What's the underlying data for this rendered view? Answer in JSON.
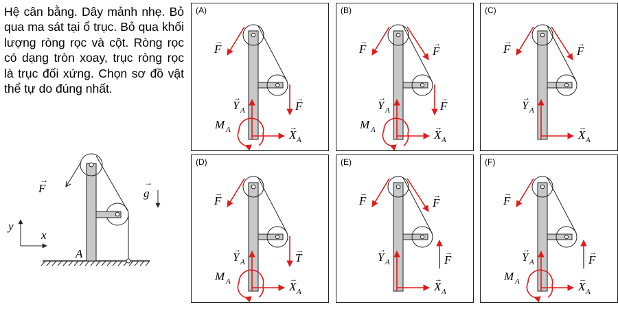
{
  "question": "Hệ cân bằng. Dây mảnh nhẹ. Bỏ qua ma sát tại ổ trục. Bỏ qua khối lượng ròng rọc và cột. Ròng rọc có dạng tròn xoay, trục ròng rọc là trục đối xứng. Chọn sơ đồ vật thể tự do đúng nhất.",
  "setup": {
    "force_symbol": "F",
    "gravity_symbol": "g",
    "axis_x": "x",
    "axis_y": "y",
    "point_label": "A"
  },
  "panels": [
    {
      "label": "(A)",
      "symbol_top_left": "F",
      "has_top_right_force": false,
      "lower_force_symbol": "F",
      "lower_force_dir": "down",
      "has_moment": true
    },
    {
      "label": "(B)",
      "symbol_top_left": "F",
      "has_top_right_force": true,
      "top_right_symbol": "F",
      "lower_force_symbol": "F",
      "lower_force_dir": "down",
      "has_moment": true
    },
    {
      "label": "(C)",
      "symbol_top_left": "F",
      "has_top_right_force": true,
      "top_right_symbol": "F",
      "lower_force_symbol": "",
      "lower_force_dir": "none",
      "has_moment": false
    },
    {
      "label": "(D)",
      "symbol_top_left": "F",
      "has_top_right_force": false,
      "lower_force_symbol": "T",
      "lower_force_dir": "down",
      "has_moment": true
    },
    {
      "label": "(E)",
      "symbol_top_left": "F",
      "has_top_right_force": true,
      "top_right_symbol": "F",
      "lower_force_symbol": "F",
      "lower_force_dir": "up",
      "has_moment": false
    },
    {
      "label": "(F)",
      "symbol_top_left": "F",
      "has_top_right_force": false,
      "lower_force_symbol": "F",
      "lower_force_dir": "up",
      "has_moment": true
    }
  ],
  "reaction_labels": {
    "y_force": "Y",
    "x_force": "X",
    "moment": "M",
    "subscript": "A"
  },
  "colors": {
    "arrow": "#e01b1b",
    "post_fill": "#c8c8c8",
    "outline": "#222222"
  }
}
